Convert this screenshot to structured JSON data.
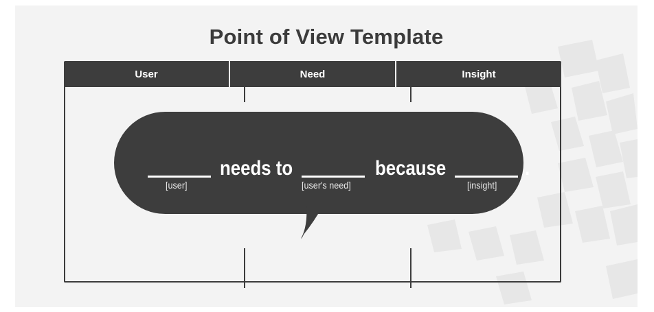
{
  "title": "Point of View Template",
  "table": {
    "headers": [
      "User",
      "Need",
      "Insight"
    ]
  },
  "statement": {
    "word_needs_to": "needs to",
    "word_because": "because",
    "period": ".",
    "hint_user": "[user]",
    "hint_need": "[user's need]",
    "hint_insight": "[insight]"
  },
  "colors": {
    "header_bg": "#3d3d3d",
    "bubble_bg": "#3d3d3d",
    "card_bg": "#f3f3f3"
  }
}
